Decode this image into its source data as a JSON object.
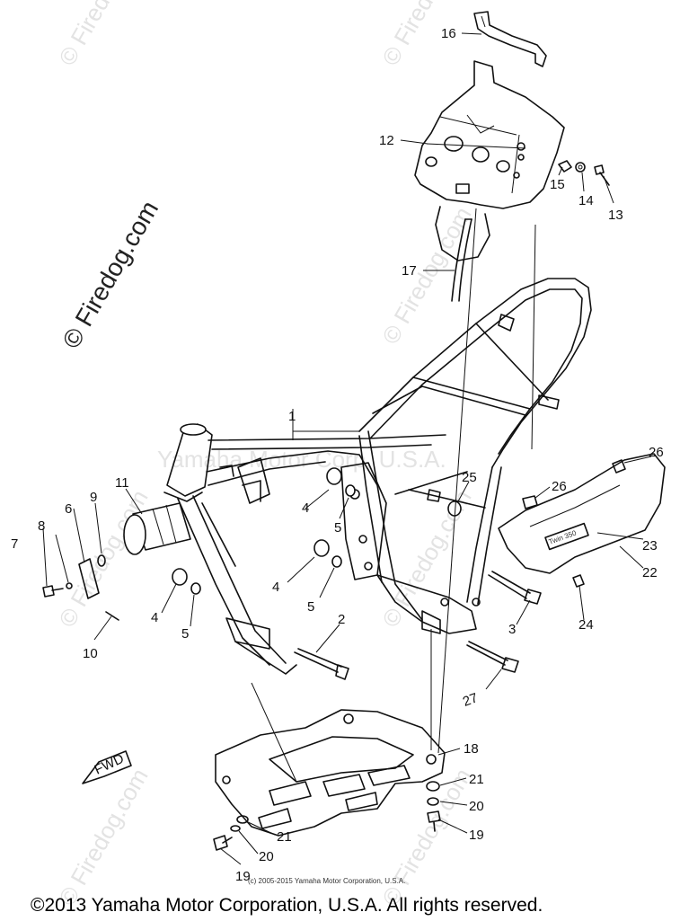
{
  "watermark": {
    "side_text": "© Firedog.com",
    "tile_text": "© Firedog.com",
    "center_text": "Yamaha Motor Corp, U.S.A."
  },
  "small_copyright": "(c) 2005-2015 Yamaha Motor Corporation, U.S.A.",
  "footer": "©2013 Yamaha Motor Corporation, U.S.A. All rights reserved.",
  "fwd_label": "FWD",
  "cover_badge": "Twin 350",
  "parts": {
    "p1": "1",
    "p2": "2",
    "p3": "3",
    "p4a": "4",
    "p4b": "4",
    "p4c": "4",
    "p5a": "5",
    "p5b": "5",
    "p5c": "5",
    "p6": "6",
    "p7": "7",
    "p8": "8",
    "p9": "9",
    "p10": "10",
    "p11": "11",
    "p12": "12",
    "p13": "13",
    "p14": "14",
    "p15": "15",
    "p16": "16",
    "p17": "17",
    "p18": "18",
    "p19a": "19",
    "p19b": "19",
    "p20a": "20",
    "p20b": "20",
    "p21a": "21",
    "p21b": "21",
    "p22": "22",
    "p23": "23",
    "p24": "24",
    "p25": "25",
    "p26a": "26",
    "p26b": "26",
    "p27": "27"
  }
}
